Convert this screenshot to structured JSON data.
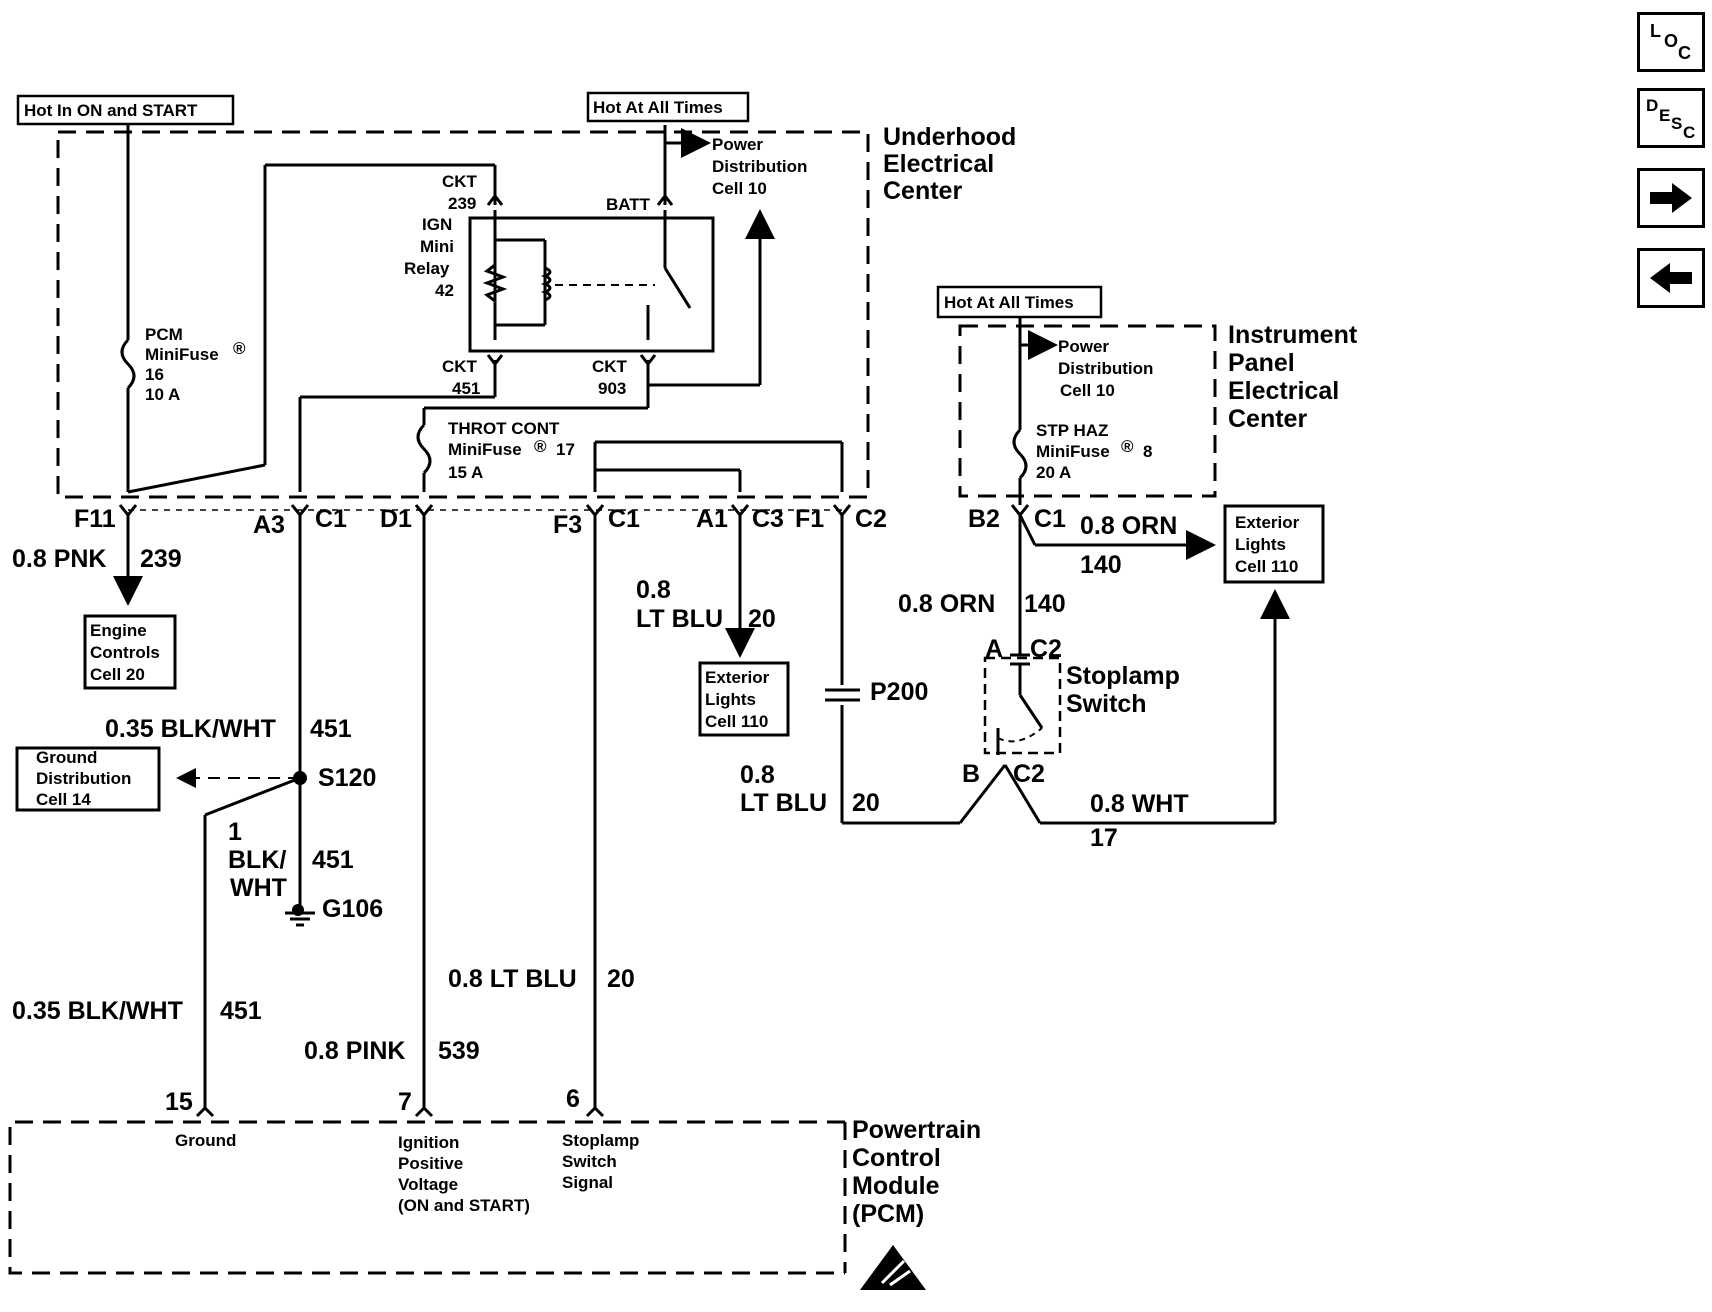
{
  "nav": {
    "loc": {
      "l": "L",
      "o": "O",
      "c": "C"
    },
    "desc": {
      "d": "D",
      "e": "E",
      "s": "S",
      "c": "C"
    },
    "next_icon": "right-arrow-icon",
    "prev_icon": "left-arrow-icon"
  },
  "feeds": {
    "hot_on_start": "Hot In ON and START",
    "hot_all_times_1": "Hot At All Times",
    "hot_all_times_2": "Hot At All Times"
  },
  "underhood": {
    "title": [
      "Underhood",
      "Electrical",
      "Center"
    ],
    "power_dist": [
      "Power",
      "Distribution",
      "Cell 10"
    ],
    "pcm_fuse": [
      "PCM",
      "MiniFuse",
      "16",
      "10 A"
    ],
    "relay": [
      "IGN",
      "Mini",
      "Relay",
      "42"
    ],
    "ckt239": [
      "CKT",
      "239"
    ],
    "batt": "BATT",
    "ckt451": [
      "CKT",
      "451"
    ],
    "ckt903": [
      "CKT",
      "903"
    ],
    "throt_fuse": [
      "THROT CONT",
      "MiniFuse",
      "17",
      "15 A"
    ],
    "reg": "®"
  },
  "connectors": {
    "f11": "F11",
    "a3": "A3",
    "c1a": "C1",
    "d1": "D1",
    "f3": "F3",
    "c1b": "C1",
    "a1": "A1",
    "c3": "C3",
    "f1": "F1",
    "c2a": "C2",
    "b2": "B2",
    "c1c": "C1",
    "a": "A",
    "c2b": "C2",
    "b": "B",
    "c2c": "C2"
  },
  "wires": {
    "pnk239": [
      "0.8 PNK",
      "239"
    ],
    "bw451a": [
      "0.35 BLK/WHT",
      "451"
    ],
    "bw451b": [
      "1",
      "BLK/",
      "WHT",
      "451"
    ],
    "bw451c": [
      "0.35 BLK/WHT",
      "451"
    ],
    "pink539": [
      "0.8 PINK",
      "539"
    ],
    "ltblu20a": [
      "0.8",
      "LT BLU",
      "20"
    ],
    "ltblu20b": [
      "0.8 LT BLU",
      "20"
    ],
    "ltblu20c": [
      "0.8",
      "LT BLU",
      "20"
    ],
    "orn140a": [
      "0.8 ORN",
      "140"
    ],
    "orn140b": [
      "0.8 ORN",
      "140"
    ],
    "wht17": [
      "0.8 WHT",
      "17"
    ]
  },
  "components": {
    "engine_controls": [
      "Engine",
      "Controls",
      "Cell 20"
    ],
    "ground_dist": [
      "Ground",
      "Distribution",
      "Cell 14"
    ],
    "ext_lights_1": [
      "Exterior",
      "Lights",
      "Cell 110"
    ],
    "ext_lights_2": [
      "Exterior",
      "Lights",
      "Cell 110"
    ],
    "s120": "S120",
    "g106": "G106",
    "p200": "P200",
    "stoplamp": [
      "Stoplamp",
      "Switch"
    ]
  },
  "ipec": {
    "title": [
      "Instrument",
      "Panel",
      "Electrical",
      "Center"
    ],
    "power_dist": [
      "Power",
      "Distribution",
      "Cell 10"
    ],
    "fuse": [
      "STP HAZ",
      "MiniFuse",
      "8",
      "20 A"
    ]
  },
  "pcm": {
    "title": [
      "Powertrain",
      "Control",
      "Module",
      "(PCM)"
    ],
    "pins": {
      "p15": "15",
      "p7": "7",
      "p6": "6"
    },
    "ground": "Ground",
    "ign": [
      "Ignition",
      "Positive",
      "Voltage",
      "(ON and START)"
    ],
    "stop": [
      "Stoplamp",
      "Switch",
      "Signal"
    ],
    "esd_icon": "esd-warning-icon"
  }
}
